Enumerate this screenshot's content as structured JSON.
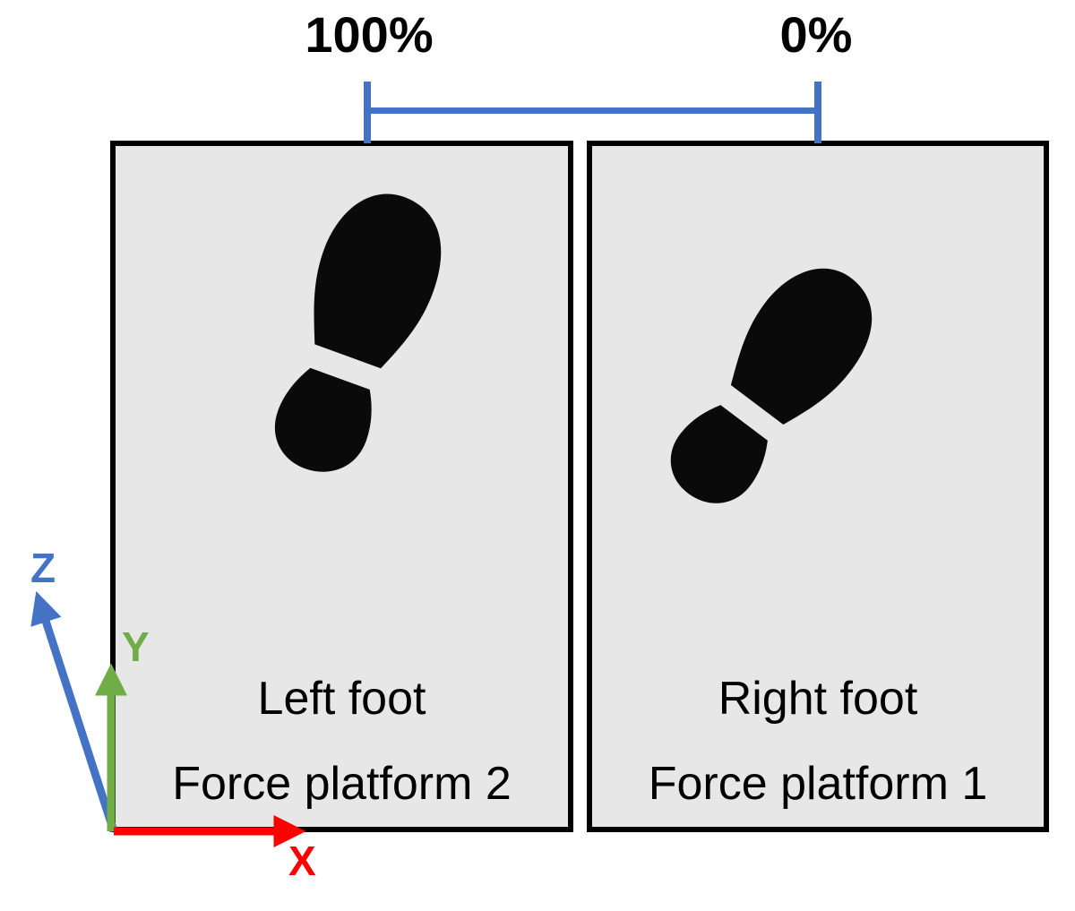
{
  "top_scale": {
    "left_percent": "100%",
    "right_percent": "0%"
  },
  "platforms": [
    {
      "foot_label": "Left foot",
      "platform_label": "Force platform 2"
    },
    {
      "foot_label": "Right foot",
      "platform_label": "Force platform 1"
    }
  ],
  "axes": {
    "x_label": "X",
    "y_label": "Y",
    "z_label": "Z"
  },
  "icons": {
    "left_footprint": "left-shoe-print-icon",
    "right_footprint": "right-shoe-print-icon"
  },
  "colors": {
    "bracket_blue": "#4472C4",
    "axis_x_red": "#FF0000",
    "axis_y_green": "#70AD47",
    "axis_z_blue": "#4472C4",
    "platform_fill": "#E7E7E7",
    "platform_border": "#000000",
    "footprint_black": "#0A0A0A"
  }
}
